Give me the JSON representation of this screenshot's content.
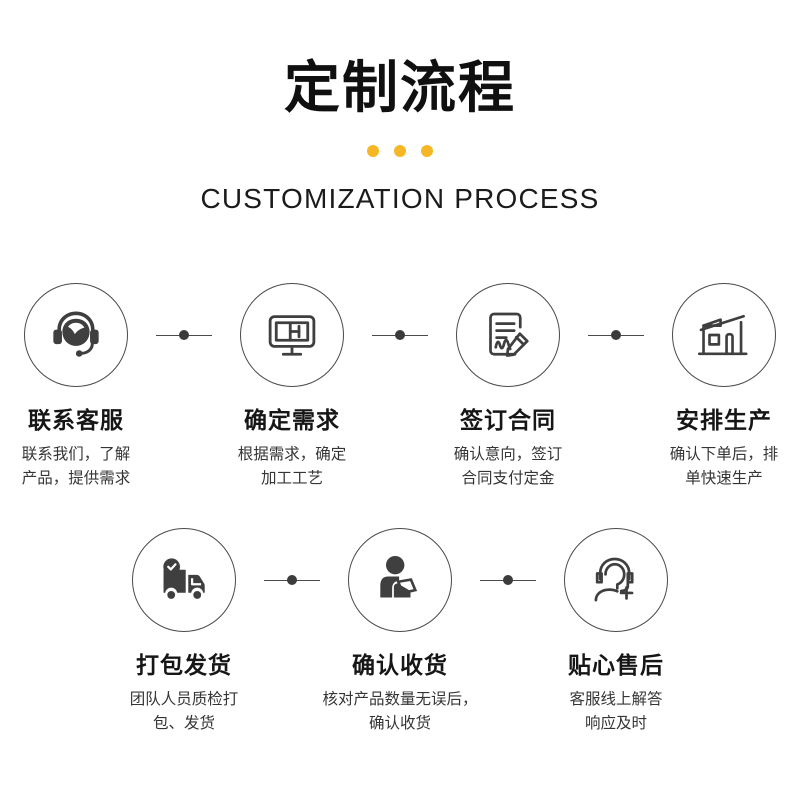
{
  "header": {
    "main_title": "定制流程",
    "sub_title": "CUSTOMIZATION PROCESS",
    "accent_color": "#f5b726",
    "dot_count": 3
  },
  "colors": {
    "text_primary": "#101010",
    "text_secondary": "#353535",
    "outline": "#4a4a4a",
    "icon_fill": "#3f3f3f",
    "node": "#3c3c3c",
    "background": "#ffffff",
    "accent": "#f5b726"
  },
  "process": {
    "row1": [
      {
        "index": "1",
        "icon": "headset-support-icon",
        "title": "联系客服",
        "desc_line1": "联系我们，了解",
        "desc_line2": "产品，提供需求"
      },
      {
        "index": "2",
        "icon": "monitor-blueprint-icon",
        "title": "确定需求",
        "desc_line1": "根据需求，确定",
        "desc_line2": "加工工艺"
      },
      {
        "index": "3",
        "icon": "contract-signature-icon",
        "title": "签订合同",
        "desc_line1": "确认意向，签订",
        "desc_line2": "合同支付定金"
      },
      {
        "index": "4",
        "icon": "factory-building-icon",
        "title": "安排生产",
        "desc_line1": "确认下单后，排",
        "desc_line2": "单快速生产"
      }
    ],
    "row2": [
      {
        "index": "5",
        "icon": "delivery-truck-check-icon",
        "title": "打包发货",
        "desc_line1": "团队人员质检打",
        "desc_line2": "包、发货"
      },
      {
        "index": "6",
        "icon": "person-receiving-package-icon",
        "title": "确认收货",
        "desc_line1": "核对产品数量无误后，",
        "desc_line2": "确认收货"
      },
      {
        "index": "7",
        "icon": "after-sales-headset-plus-icon",
        "title": "贴心售后",
        "desc_line1": "客服线上解答",
        "desc_line2": "响应及时"
      }
    ]
  }
}
